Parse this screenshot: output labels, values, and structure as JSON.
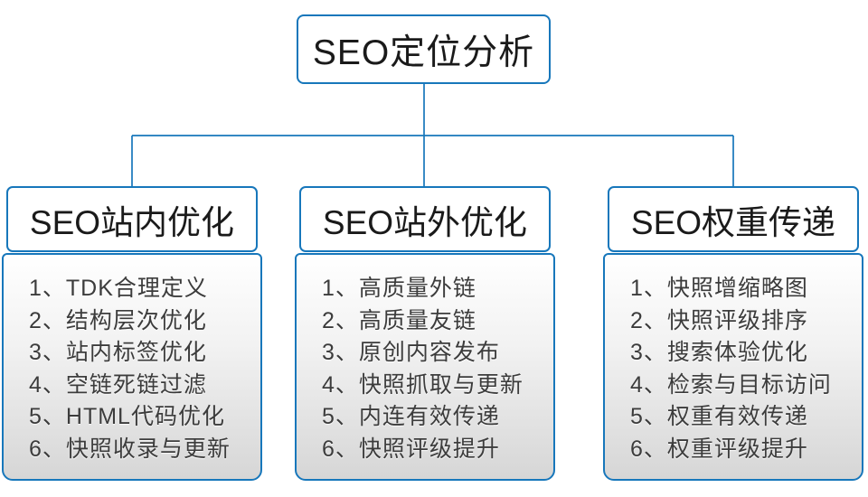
{
  "diagram": {
    "root": {
      "title": "SEO定位分析"
    },
    "columns": [
      {
        "title": "SEO站内优化",
        "items": [
          "1、TDK合理定义",
          "2、结构层次优化",
          "3、站内标签优化",
          "4、空链死链过滤",
          "5、HTML代码优化",
          "6、快照收录与更新"
        ]
      },
      {
        "title": "SEO站外优化",
        "items": [
          "1、高质量外链",
          "2、高质量友链",
          "3、原创内容发布",
          "4、快照抓取与更新",
          "5、内连有效传递",
          "6、快照评级提升"
        ]
      },
      {
        "title": "SEO权重传递",
        "items": [
          "1、快照增缩略图",
          "2、快照评级排序",
          "3、搜索体验优化",
          "4、检索与目标访问",
          "5、权重有效传递",
          "6、权重评级提升"
        ]
      }
    ]
  },
  "colors": {
    "accent_blue": "#1777bb",
    "title_text": "#1a1a1a",
    "item_text": "#3c3c3c",
    "panel_gradient_top": "#ffffff",
    "panel_gradient_bottom": "#d6d6d6"
  }
}
